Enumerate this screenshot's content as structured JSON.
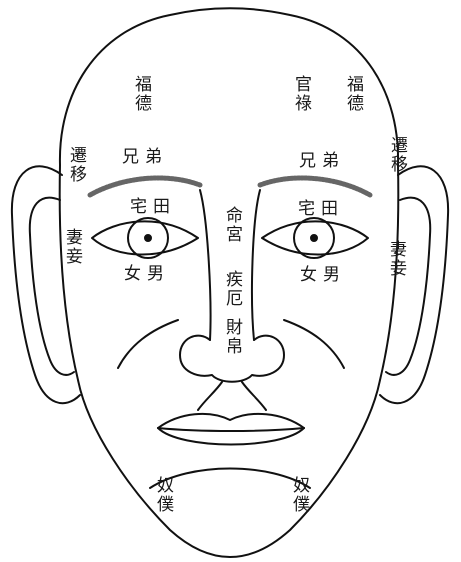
{
  "title": "",
  "labels": {
    "fude_left": "福德",
    "guanlu": "官祿",
    "fude_right": "福德",
    "qianyi_left": "遷移",
    "qianyi_right": "遷移",
    "xiongdi_left": "兄弟",
    "xiongdi_right": "兄弟",
    "tianzhai_left": "宅田",
    "tianzhai_right": "宅田",
    "minggong": "命宮",
    "jie": "疾厄",
    "caibo": "財帛",
    "qiqie_left": "妻妾",
    "qiqie_right": "妻妾",
    "nannv_left": "女男",
    "nannv_right": "女男",
    "nupu_left": "奴僕",
    "nupu_right": "奴僕"
  }
}
